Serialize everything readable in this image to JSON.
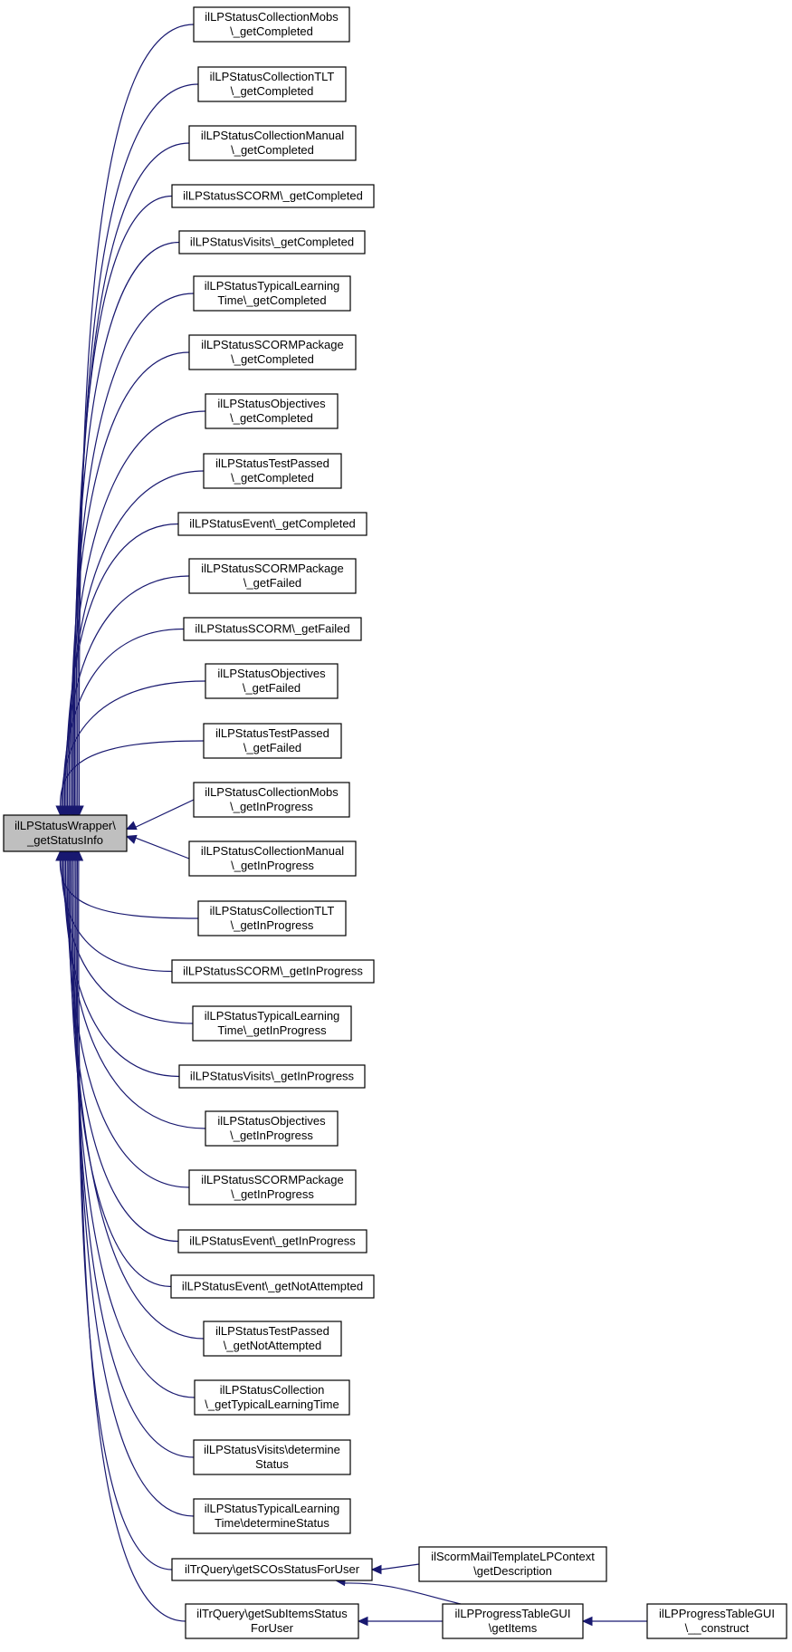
{
  "diagram": {
    "kind": "caller graph",
    "edge_color": "#191970",
    "focus_fill": "#bfbfbf",
    "nodes": [
      {
        "id": "wrapper",
        "lines": [
          "ilLPStatusWrapper\\",
          "_getStatusInfo"
        ],
        "focus": true
      },
      {
        "id": "n01",
        "lines": [
          "ilLPStatusCollectionMobs",
          "\\_getCompleted"
        ]
      },
      {
        "id": "n02",
        "lines": [
          "ilLPStatusCollectionTLT",
          "\\_getCompleted"
        ]
      },
      {
        "id": "n03",
        "lines": [
          "ilLPStatusCollectionManual",
          "\\_getCompleted"
        ]
      },
      {
        "id": "n04",
        "lines": [
          "ilLPStatusSCORM\\_getCompleted"
        ]
      },
      {
        "id": "n05",
        "lines": [
          "ilLPStatusVisits\\_getCompleted"
        ]
      },
      {
        "id": "n06",
        "lines": [
          "ilLPStatusTypicalLearning",
          "Time\\_getCompleted"
        ]
      },
      {
        "id": "n07",
        "lines": [
          "ilLPStatusSCORMPackage",
          "\\_getCompleted"
        ]
      },
      {
        "id": "n08",
        "lines": [
          "ilLPStatusObjectives",
          "\\_getCompleted"
        ]
      },
      {
        "id": "n09",
        "lines": [
          "ilLPStatusTestPassed",
          "\\_getCompleted"
        ]
      },
      {
        "id": "n10",
        "lines": [
          "ilLPStatusEvent\\_getCompleted"
        ]
      },
      {
        "id": "n11",
        "lines": [
          "ilLPStatusSCORMPackage",
          "\\_getFailed"
        ]
      },
      {
        "id": "n12",
        "lines": [
          "ilLPStatusSCORM\\_getFailed"
        ]
      },
      {
        "id": "n13",
        "lines": [
          "ilLPStatusObjectives",
          "\\_getFailed"
        ]
      },
      {
        "id": "n14",
        "lines": [
          "ilLPStatusTestPassed",
          "\\_getFailed"
        ]
      },
      {
        "id": "n15",
        "lines": [
          "ilLPStatusCollectionMobs",
          "\\_getInProgress"
        ]
      },
      {
        "id": "n16",
        "lines": [
          "ilLPStatusCollectionManual",
          "\\_getInProgress"
        ]
      },
      {
        "id": "n17",
        "lines": [
          "ilLPStatusCollectionTLT",
          "\\_getInProgress"
        ]
      },
      {
        "id": "n18",
        "lines": [
          "ilLPStatusSCORM\\_getInProgress"
        ]
      },
      {
        "id": "n19",
        "lines": [
          "ilLPStatusTypicalLearning",
          "Time\\_getInProgress"
        ]
      },
      {
        "id": "n20",
        "lines": [
          "ilLPStatusVisits\\_getInProgress"
        ]
      },
      {
        "id": "n21",
        "lines": [
          "ilLPStatusObjectives",
          "\\_getInProgress"
        ]
      },
      {
        "id": "n22",
        "lines": [
          "ilLPStatusSCORMPackage",
          "\\_getInProgress"
        ]
      },
      {
        "id": "n23",
        "lines": [
          "ilLPStatusEvent\\_getInProgress"
        ]
      },
      {
        "id": "n24",
        "lines": [
          "ilLPStatusEvent\\_getNotAttempted"
        ]
      },
      {
        "id": "n25",
        "lines": [
          "ilLPStatusTestPassed",
          "\\_getNotAttempted"
        ]
      },
      {
        "id": "n26",
        "lines": [
          "ilLPStatusCollection",
          "\\_getTypicalLearningTime"
        ]
      },
      {
        "id": "n27",
        "lines": [
          "ilLPStatusVisits\\determine",
          "Status"
        ]
      },
      {
        "id": "n28",
        "lines": [
          "ilLPStatusTypicalLearning",
          "Time\\determineStatus"
        ]
      },
      {
        "id": "n29",
        "lines": [
          "ilTrQuery\\getSCOsStatusForUser"
        ]
      },
      {
        "id": "n30",
        "lines": [
          "ilTrQuery\\getSubItemsStatus",
          "ForUser"
        ]
      },
      {
        "id": "n31",
        "lines": [
          "ilScormMailTemplateLPContext",
          "\\getDescription"
        ]
      },
      {
        "id": "n32",
        "lines": [
          "ilLPProgressTableGUI",
          "\\getItems"
        ]
      },
      {
        "id": "n33",
        "lines": [
          "ilLPProgressTableGUI",
          "\\__construct"
        ]
      }
    ],
    "edges": [
      [
        "n01",
        "wrapper"
      ],
      [
        "n02",
        "wrapper"
      ],
      [
        "n03",
        "wrapper"
      ],
      [
        "n04",
        "wrapper"
      ],
      [
        "n05",
        "wrapper"
      ],
      [
        "n06",
        "wrapper"
      ],
      [
        "n07",
        "wrapper"
      ],
      [
        "n08",
        "wrapper"
      ],
      [
        "n09",
        "wrapper"
      ],
      [
        "n10",
        "wrapper"
      ],
      [
        "n11",
        "wrapper"
      ],
      [
        "n12",
        "wrapper"
      ],
      [
        "n13",
        "wrapper"
      ],
      [
        "n14",
        "wrapper"
      ],
      [
        "n15",
        "wrapper"
      ],
      [
        "n16",
        "wrapper"
      ],
      [
        "n17",
        "wrapper"
      ],
      [
        "n18",
        "wrapper"
      ],
      [
        "n19",
        "wrapper"
      ],
      [
        "n20",
        "wrapper"
      ],
      [
        "n21",
        "wrapper"
      ],
      [
        "n22",
        "wrapper"
      ],
      [
        "n23",
        "wrapper"
      ],
      [
        "n24",
        "wrapper"
      ],
      [
        "n25",
        "wrapper"
      ],
      [
        "n26",
        "wrapper"
      ],
      [
        "n27",
        "wrapper"
      ],
      [
        "n28",
        "wrapper"
      ],
      [
        "n29",
        "wrapper"
      ],
      [
        "n30",
        "wrapper"
      ],
      [
        "n31",
        "n29"
      ],
      [
        "n32",
        "n29"
      ],
      [
        "n32",
        "n30"
      ],
      [
        "n33",
        "n32"
      ]
    ]
  }
}
